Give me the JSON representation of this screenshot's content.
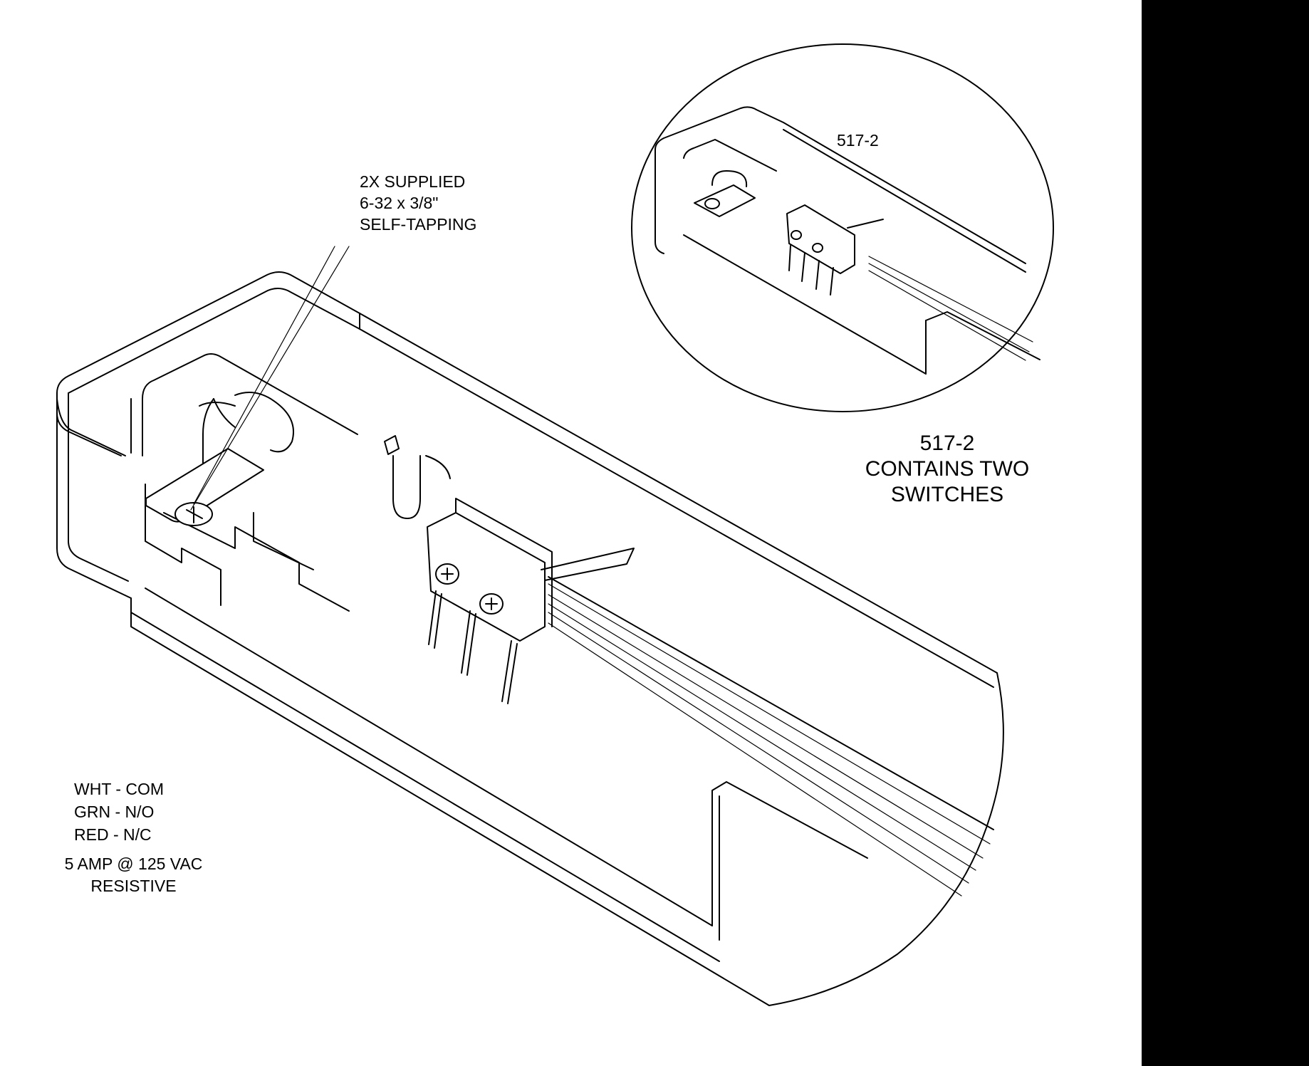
{
  "screw_callout": [
    "2X SUPPLIED",
    "6-32 x 3/8\"",
    "SELF-TAPPING"
  ],
  "detail_label": "517-2",
  "detail_caption": [
    "517-2",
    "CONTAINS TWO",
    "SWITCHES"
  ],
  "wiring": [
    "WHT - COM",
    "GRN - N/O",
    "RED  - N/C"
  ],
  "rating": [
    "5 AMP @ 125 VAC",
    "RESISTIVE"
  ],
  "colors": {
    "ink": "#000000",
    "paper": "#ffffff",
    "edge_bar": "#000000"
  },
  "icons": [
    "phillips-screw-icon",
    "micro-switch-icon",
    "cable-tie-icon"
  ]
}
